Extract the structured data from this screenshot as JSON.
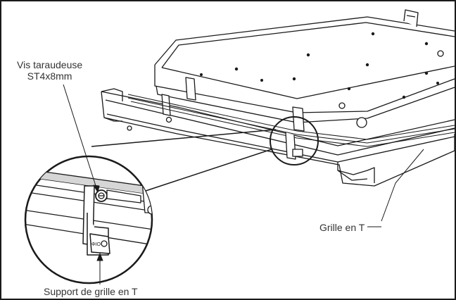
{
  "labels": {
    "screw_line1": "Vis taraudeuse",
    "screw_line2": "ST4x8mm",
    "t_grid": "Grille en T",
    "t_grid_support": "Support de grille en T"
  },
  "part_marks": {
    "bracket_mark": "ΦIO"
  },
  "colors": {
    "line": "#1a1a1a",
    "fill": "#ffffff",
    "shade": "#d6d6d6",
    "label_text": "#333333"
  }
}
